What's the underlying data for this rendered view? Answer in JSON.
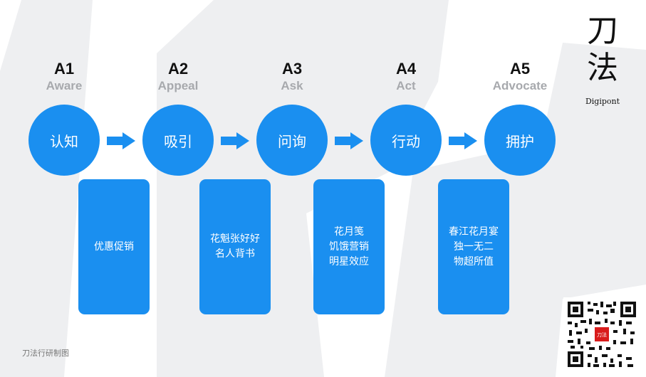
{
  "logo": {
    "title_line1": "刀",
    "title_line2": "法",
    "subtitle": "Digipont"
  },
  "footer": "刀法行研制图",
  "stages": [
    {
      "code": "A1",
      "name": "Aware",
      "label": "认知",
      "card": [
        "优惠促销"
      ]
    },
    {
      "code": "A2",
      "name": "Appeal",
      "label": "吸引",
      "card": [
        "花魁张好好",
        "名人背书"
      ]
    },
    {
      "code": "A3",
      "name": "Ask",
      "label": "问询",
      "card": [
        "花月笺",
        "饥饿营销",
        "明星效应"
      ]
    },
    {
      "code": "A4",
      "name": "Act",
      "label": "行动",
      "card": [
        "春江花月宴",
        "独一无二",
        "物超所值"
      ]
    },
    {
      "code": "A5",
      "name": "Advocate",
      "label": "拥护"
    }
  ],
  "qr_badge": "刀法",
  "colors": {
    "primary": "#1a8ff0",
    "background_shape": "#eeeff1",
    "stage_name": "#a7a9ad"
  }
}
